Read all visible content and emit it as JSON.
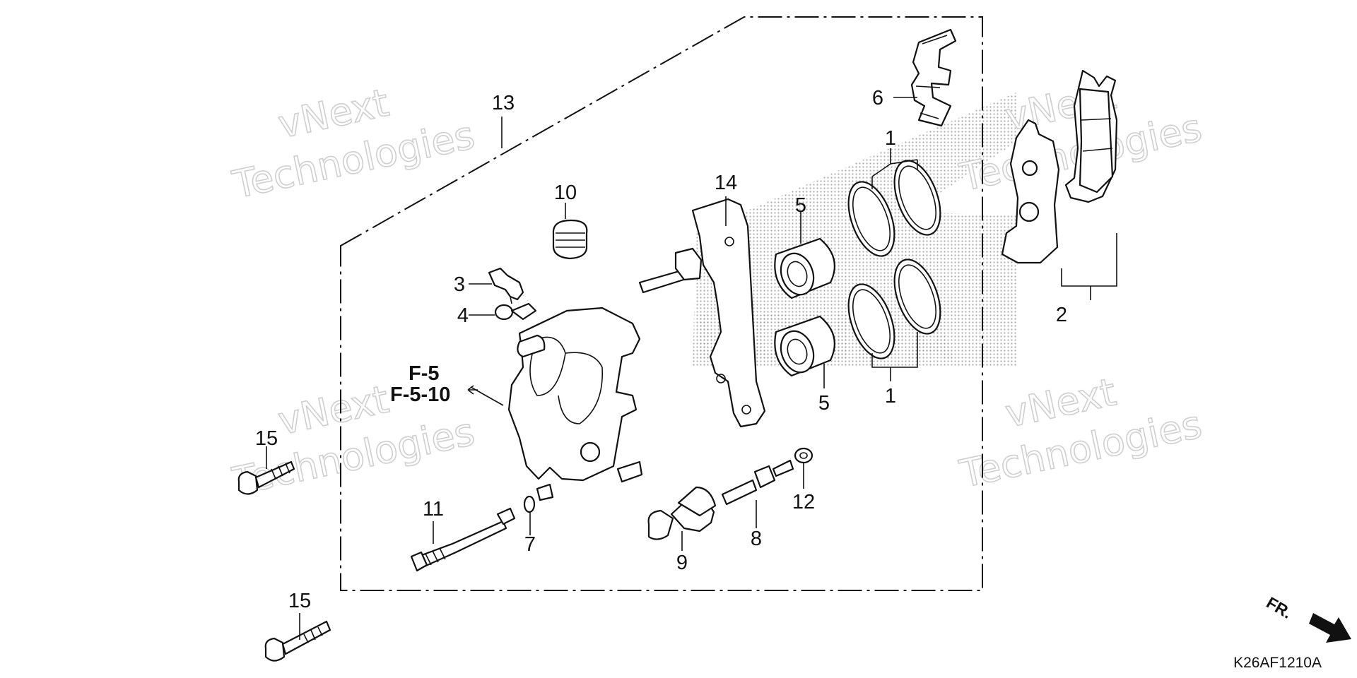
{
  "diagram_code": "K26AF1210A",
  "front_label": "FR.",
  "watermark": {
    "line1": "vNext",
    "line2": "Technologies"
  },
  "references": [
    "F-5",
    "F-5-10"
  ],
  "callouts": [
    {
      "id": "c1a",
      "label": "1"
    },
    {
      "id": "c1b",
      "label": "1"
    },
    {
      "id": "c2",
      "label": "2"
    },
    {
      "id": "c3",
      "label": "3"
    },
    {
      "id": "c4",
      "label": "4"
    },
    {
      "id": "c5a",
      "label": "5"
    },
    {
      "id": "c5b",
      "label": "5"
    },
    {
      "id": "c6",
      "label": "6"
    },
    {
      "id": "c7",
      "label": "7"
    },
    {
      "id": "c8",
      "label": "8"
    },
    {
      "id": "c9",
      "label": "9"
    },
    {
      "id": "c10",
      "label": "10"
    },
    {
      "id": "c11",
      "label": "11"
    },
    {
      "id": "c12",
      "label": "12"
    },
    {
      "id": "c13",
      "label": "13"
    },
    {
      "id": "c14",
      "label": "14"
    },
    {
      "id": "c15a",
      "label": "15"
    },
    {
      "id": "c15b",
      "label": "15"
    }
  ]
}
